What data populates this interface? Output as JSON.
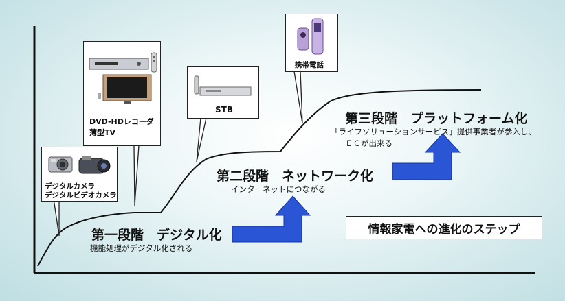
{
  "stages": [
    {
      "title": "第一段階　デジタル化",
      "subtitle": "機能処理がデジタル化される"
    },
    {
      "title": "第二段階　ネットワーク化",
      "subtitle": "インターネットにつながる"
    },
    {
      "title": "第三段階　プラットフォーム化",
      "subtitle_line1": "「ライフソリューションサービス」提供事業者が参入し、",
      "subtitle_line2": "ＥＣが出来る"
    }
  ],
  "callouts": {
    "camera": {
      "line1": "デジタルカメラ",
      "line2": "デジタルビデオカメラ"
    },
    "recorder": {
      "line1": "DVD-HDレコーダ",
      "line2": "薄型TV"
    },
    "stb": {
      "label": "STB"
    },
    "phone": {
      "label": "携帯電話"
    }
  },
  "summary": "情報家電への進化のステップ",
  "colors": {
    "arrow": "#2a56d6",
    "arrow_dark": "#1534a0",
    "curve": "#111111"
  },
  "icons": [
    "digital-camera-icon",
    "video-camera-icon",
    "dvd-recorder-icon",
    "remote-control-icon",
    "flat-tv-icon",
    "set-top-box-icon",
    "mobile-phone-icon"
  ]
}
